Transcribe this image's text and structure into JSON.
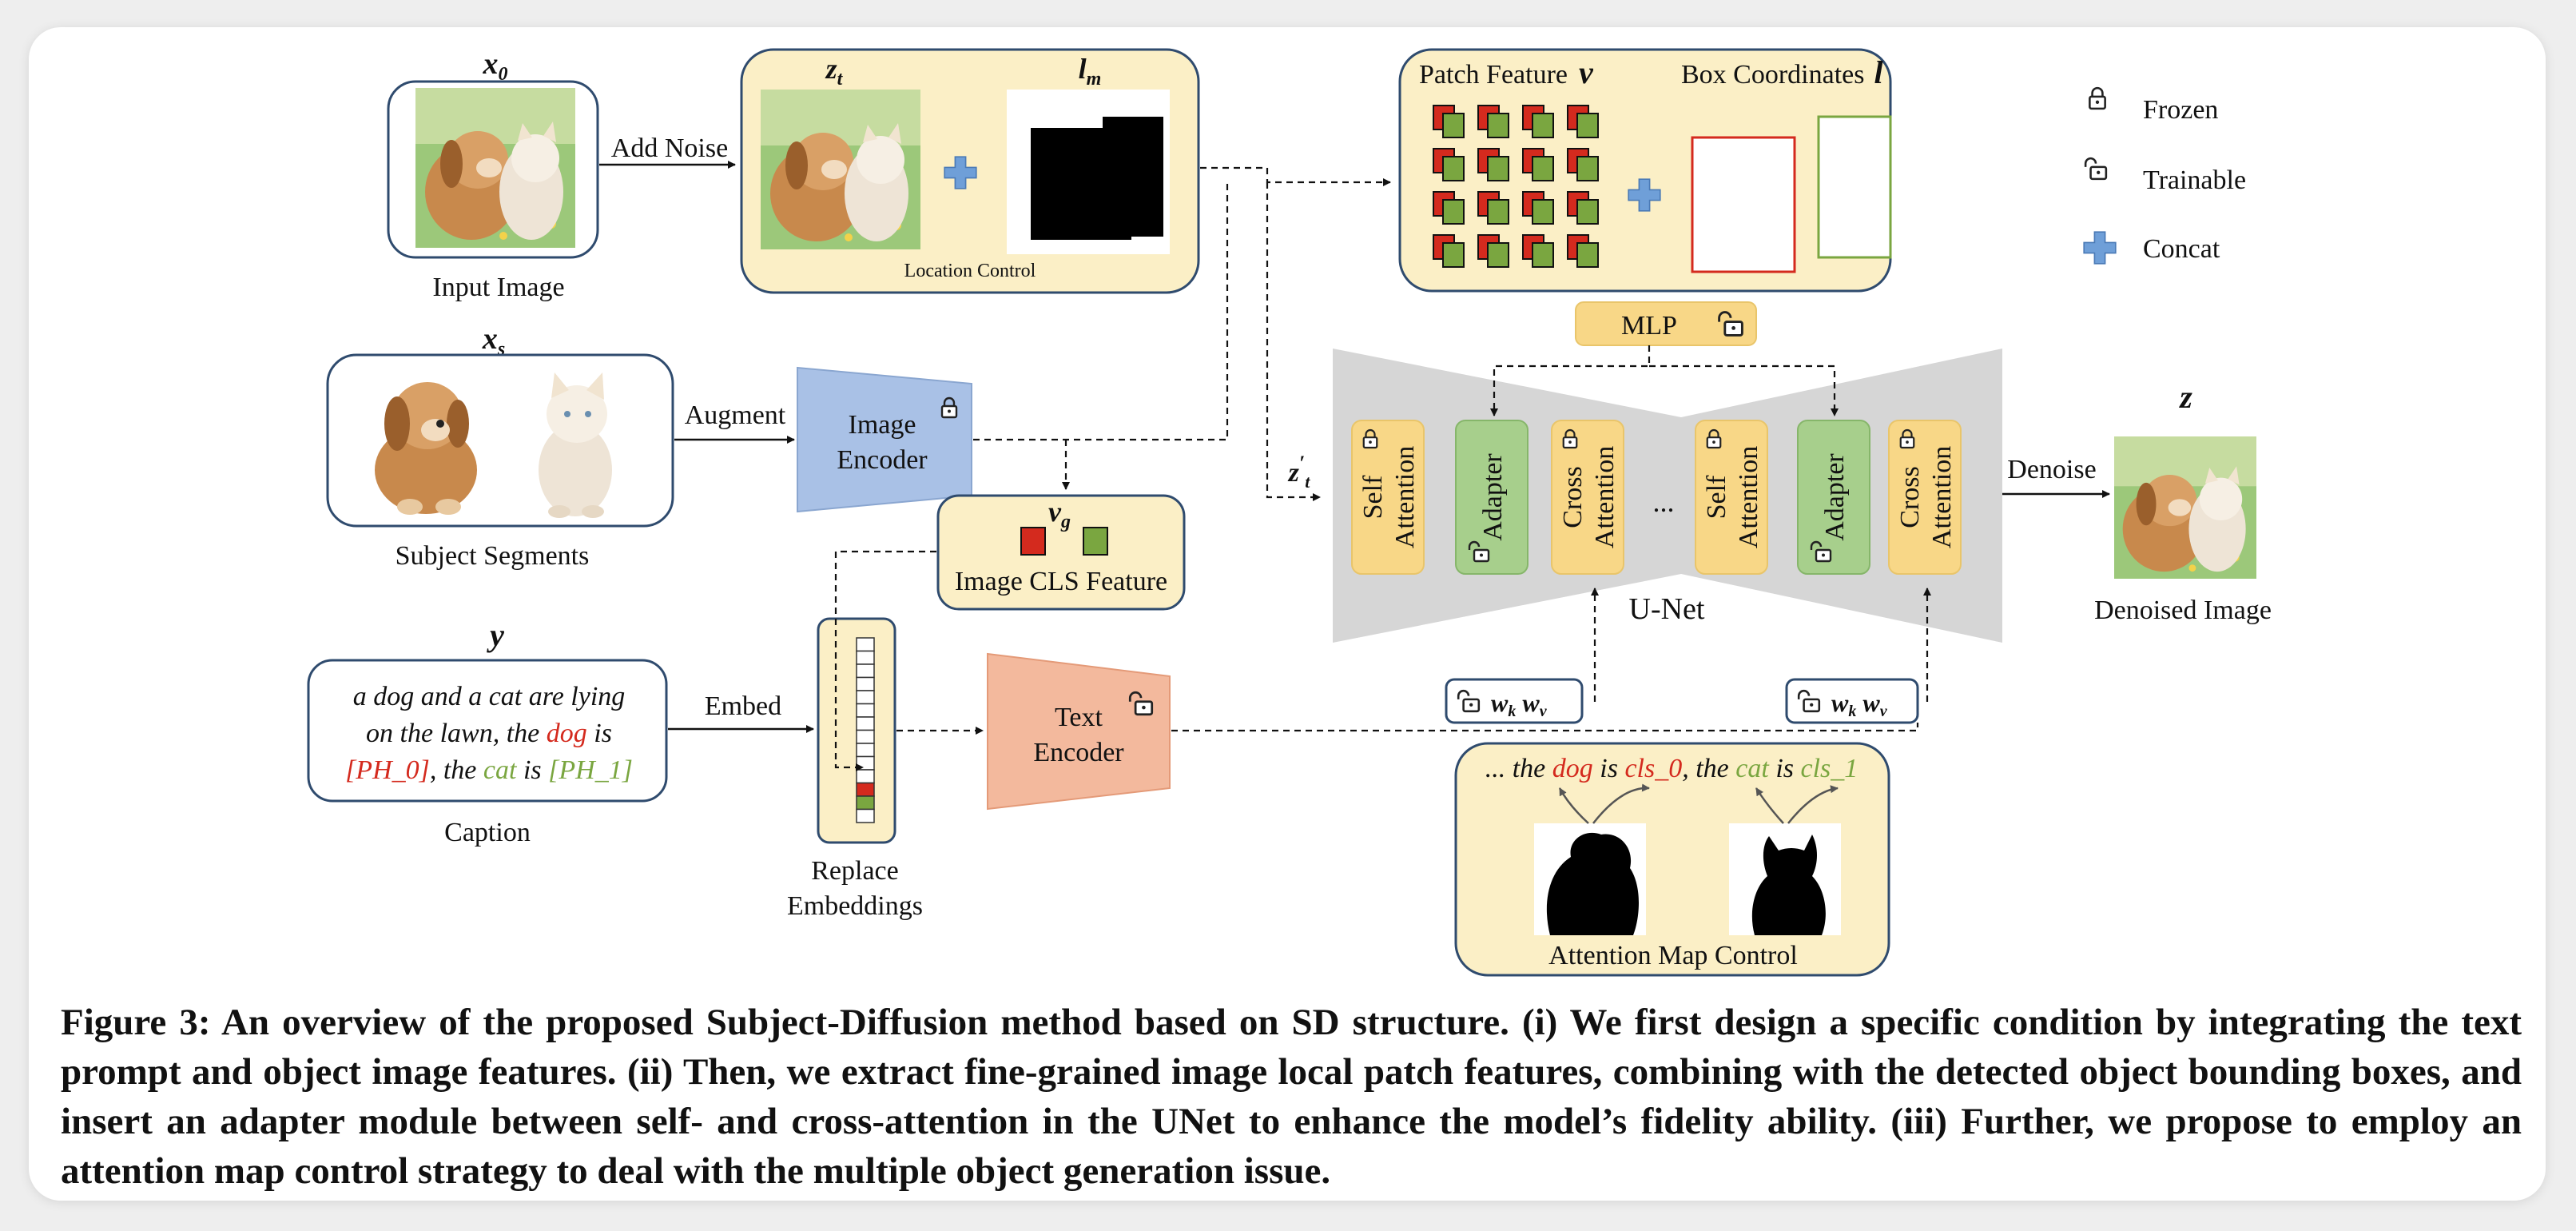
{
  "legend": {
    "frozen": "Frozen",
    "trainable": "Trainable",
    "concat": "Concat"
  },
  "input": {
    "symbol": "x",
    "symbol_sub": "0",
    "label": "Input Image",
    "arrow_label": "Add Noise"
  },
  "noisy": {
    "zt_symbol": "z",
    "zt_sub": "t",
    "lm_symbol": "l",
    "lm_sub": "m",
    "label": "Location Control"
  },
  "patch": {
    "title": "Patch Feature",
    "title_symbol": "v",
    "box_title": "Box Coordinates",
    "box_symbol": "l"
  },
  "mlp": {
    "label": "MLP"
  },
  "segments": {
    "symbol": "x",
    "symbol_sub": "s",
    "label": "Subject Segments",
    "arrow_label": "Augment"
  },
  "image_encoder": {
    "line1": "Image",
    "line2": "Encoder"
  },
  "cls": {
    "symbol": "v",
    "symbol_sub": "g",
    "label": "Image CLS Feature"
  },
  "caption_box": {
    "symbol": "y",
    "line1": "a dog and a cat are lying",
    "line2_a": "on the lawn, the ",
    "line2_dog": "dog",
    "line2_b": " is",
    "line3_ph0": "[PH_0]",
    "line3_a": ", the ",
    "line3_cat": "cat",
    "line3_b": " is ",
    "line3_ph1": "[PH_1]",
    "label": "Caption",
    "arrow_label": "Embed"
  },
  "replace": {
    "line1": "Replace",
    "line2": "Embeddings"
  },
  "text_encoder": {
    "line1": "Text",
    "line2": "Encoder"
  },
  "unet": {
    "label": "U-Net",
    "zt_prime": "z",
    "zt_prime_sub": "t",
    "zt_prime_mark": "′",
    "blocks": [
      {
        "l1": "Self",
        "l2": "Attention"
      },
      {
        "l1": "Adapter",
        "l2": ""
      },
      {
        "l1": "Cross",
        "l2": "Attention"
      },
      {
        "l1": "Self",
        "l2": "Attention"
      },
      {
        "l1": "Adapter",
        "l2": ""
      },
      {
        "l1": "Cross",
        "l2": "Attention"
      }
    ],
    "ellipsis": "...",
    "wk": "w",
    "wk_sub": "k",
    "wv": "w",
    "wv_sub": "v"
  },
  "output": {
    "symbol": "z",
    "arrow_label": "Denoise",
    "label": "Denoised Image"
  },
  "attn_map": {
    "t_a": "... the ",
    "t_dog": "dog",
    "t_b": " is ",
    "t_cls0": "cls_0",
    "t_c": ", the ",
    "t_cat": "cat",
    "t_d": " is ",
    "t_cls1": "cls_1",
    "label": "Attention Map Control"
  },
  "figure_caption": "Figure 3: An overview of the proposed Subject-Diffusion method based on SD structure. (i) We first design a specific condition by integrating the text prompt and object image features. (ii) Then, we extract fine-grained image local patch features, combining with the detected object bounding boxes, and insert an adapter module between self- and cross-attention in the UNet to enhance the model’s fidelity ability. (iii) Further, we propose to employ an attention map control strategy to deal with the multiple object generation issue.",
  "colors": {
    "yellow_fill": "#fbefc6",
    "block_yellow": "#f8d787",
    "adapter_green": "#a7cf8c",
    "box_blue": "#2f4b6e",
    "encoder_blue": "#a9c1e6",
    "encoder_orange": "#f3b99d",
    "red": "#d42a1e",
    "green": "#7aa640",
    "unet_gray": "#d6d6d6"
  }
}
